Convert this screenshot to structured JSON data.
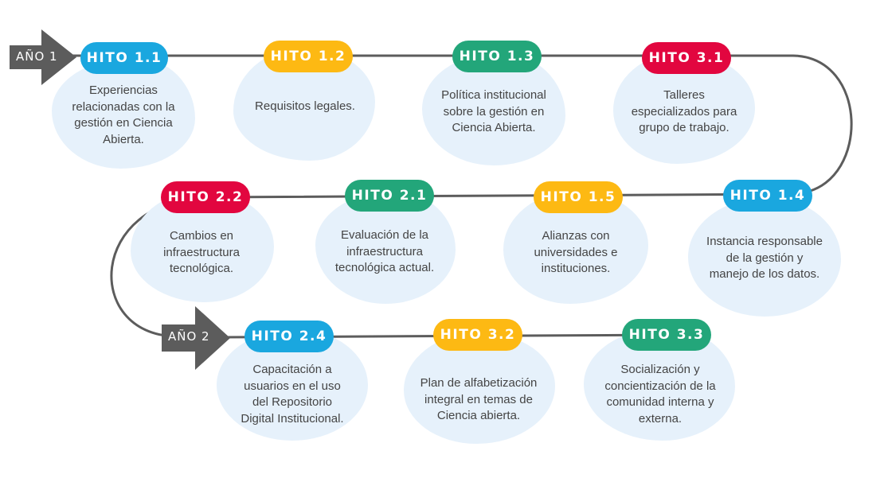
{
  "colors": {
    "blue": "#1aa7df",
    "yellow": "#fdb913",
    "green": "#23a67a",
    "red": "#e2063f",
    "line": "#5c5c5c",
    "blob": "#e6f1fb",
    "arrow": "#5c5c5c"
  },
  "years": {
    "year1": "AÑO 1",
    "year2": "AÑO 2"
  },
  "milestones": [
    {
      "id": "hito-1-1",
      "label": "HITO 1.1",
      "color": "blue",
      "text": "Experiencias\nrelacionadas con la\ngestión en Ciencia\nAbierta."
    },
    {
      "id": "hito-1-2",
      "label": "HITO 1.2",
      "color": "yellow",
      "text": "Requisitos legales."
    },
    {
      "id": "hito-1-3",
      "label": "HITO 1.3",
      "color": "green",
      "text": "Política institucional\nsobre la gestión en\nCiencia Abierta."
    },
    {
      "id": "hito-3-1",
      "label": "HITO 3.1",
      "color": "red",
      "text": "Talleres\nespecializados para\ngrupo de trabajo."
    },
    {
      "id": "hito-1-4",
      "label": "HITO 1.4",
      "color": "blue",
      "text": "Instancia responsable\nde la gestión y\nmanejo de los datos."
    },
    {
      "id": "hito-1-5",
      "label": "HITO 1.5",
      "color": "yellow",
      "text": "Alianzas con\nuniversidades e\ninstituciones."
    },
    {
      "id": "hito-2-1",
      "label": "HITO 2.1",
      "color": "green",
      "text": "Evaluación de la\ninfraestructura\ntecnológica actual."
    },
    {
      "id": "hito-2-2",
      "label": "HITO 2.2",
      "color": "red",
      "text": "Cambios en\ninfraestructura\ntecnológica."
    },
    {
      "id": "hito-2-4",
      "label": "HITO 2.4",
      "color": "blue",
      "text": "Capacitación a\nusuarios en el uso\ndel Repositorio\nDigital Institucional."
    },
    {
      "id": "hito-3-2",
      "label": "HITO 3.2",
      "color": "yellow",
      "text": "Plan de alfabetización\nintegral en temas de\nCiencia abierta."
    },
    {
      "id": "hito-3-3",
      "label": "HITO 3.3",
      "color": "green",
      "text": "Socialización y\nconcientización de la\ncomunidad interna y\nexterna."
    }
  ]
}
